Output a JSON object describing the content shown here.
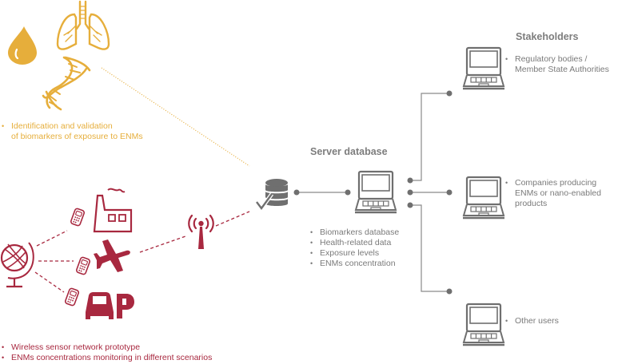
{
  "colors": {
    "gold": "#E6AE3B",
    "maroon": "#A8283F",
    "gray_text": "#7A7A7A",
    "gray_icon": "#6F6F6F",
    "gray_line": "#8A8A8A"
  },
  "biomarkers": {
    "icons": [
      "drop-icon",
      "lungs-icon",
      "dna-icon"
    ],
    "bullets": [
      "Identification and validation\nof biomarkers of exposure to ENMs"
    ]
  },
  "sensors": {
    "icons": [
      "globe-icon",
      "factory-icon",
      "airplane-icon",
      "car-parking-icon",
      "phone-icon",
      "antenna-icon"
    ],
    "bullets": [
      "Wireless sensor network prototype",
      "ENMs concentrations monitoring in different scenarios"
    ]
  },
  "server": {
    "title": "Server database",
    "icons": [
      "database-check-icon",
      "laptop-icon"
    ],
    "bullets": [
      "Biomarkers database",
      "Health-related data",
      "Exposure levels",
      "ENMs concentration"
    ]
  },
  "stakeholders": {
    "title": "Stakeholders",
    "items": [
      {
        "label_line1": "Regulatory bodies /",
        "label_line2": "Member State Authorities",
        "label_line3": ""
      },
      {
        "label_line1": "Companies producing",
        "label_line2": "ENMs or nano-enabled",
        "label_line3": "products"
      },
      {
        "label_line1": "Other users",
        "label_line2": "",
        "label_line3": ""
      }
    ]
  }
}
